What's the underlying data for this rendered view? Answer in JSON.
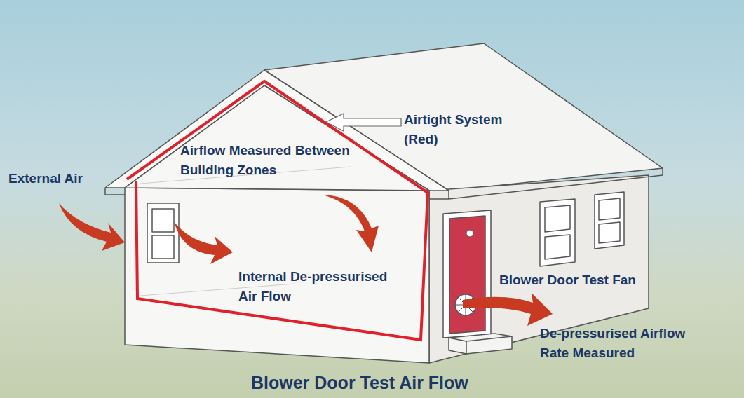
{
  "diagram": {
    "title": "Blower Door Test Air Flow",
    "labels": [
      "External Air",
      "Airtight System (Red)",
      "Airflow Measured Between Building Zones",
      "Internal De-pressurised Air Flow",
      "Blower Door Test Fan",
      "De-pressurised Airflow Rate Measured"
    ]
  }
}
